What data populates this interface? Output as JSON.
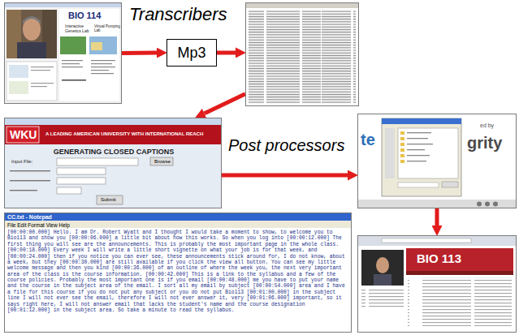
{
  "diagram": {
    "nodes": [
      {
        "text": [
          "BIO 114",
          "Interactive Genetics Lab",
          "Virtual Pumping Lab"
        ]
      },
      {
        "text": [
          "Mp3"
        ]
      },
      {
        "text": []
      },
      {
        "text": [
          "WKU",
          "A LEADING AMERICAN UNIVERSITY WITH INTERNATIONAL REACH",
          "GENERATING CLOSED CAPTIONS",
          "Input File:",
          "Browse",
          "Submit"
        ]
      },
      {
        "text": [
          "CC.txt - Notepad",
          "File Edit Format View Help",
          "[00:00:00.000] Hello. I am Dr. Robert Wyatt and I thought I would take a moment to show, to welcome you to Bio113 and show you [00:00:06.000] a little bit about how this works. So when you log into [00:00:12.000] The first thing you will see are the announcements. This is probably the most important page in the whole class. [00:00:18.000] Every week I will write a little short vignette on what your job is for that week, and [00:00:24.000] then if you notice you can ever see, these announcements stick around for, I do not know, about a week, but they [00:00:30.000] are still available if you click the view all button. You can see my little welcome message and then you kind [00:00:36.000] of an outline of where the week you, the next very important area of the class is the course information. [00:00:42.000] This is a link to the syllabus and a few of the course policies. Probably the most important one is if you email [00:00:48.000] me you have to put your name and the course in the subject area of the email. I sort all my email by subject [00:00:54.000] area and I have a file for this course if you do not put any subject or you do not put Bio113 [00:01:00.000] in the subject line I will not ever see the email, therefore I will not ever answer it, very [00:01:06.000] important, so it says right here, I will not answer email that lacks the student's name and the course designation [00:01:12.000] in the subject area. So take a minute to read the syllabus."
        ]
      },
      {
        "text": [
          "te",
          "ed by",
          "grity"
        ]
      },
      {
        "text": [
          "BIO 113"
        ]
      }
    ],
    "edges": [
      {
        "from": 0,
        "to": 1,
        "arrow": "to",
        "label": "Transcribers"
      },
      {
        "from": 1,
        "to": 2,
        "arrow": "to"
      },
      {
        "from": 2,
        "to": 3,
        "arrow": "to"
      },
      {
        "from": 3,
        "to": 5,
        "arrow": "to",
        "label": "Post processors"
      },
      {
        "from": 5,
        "to": 6,
        "arrow": "to"
      }
    ]
  }
}
